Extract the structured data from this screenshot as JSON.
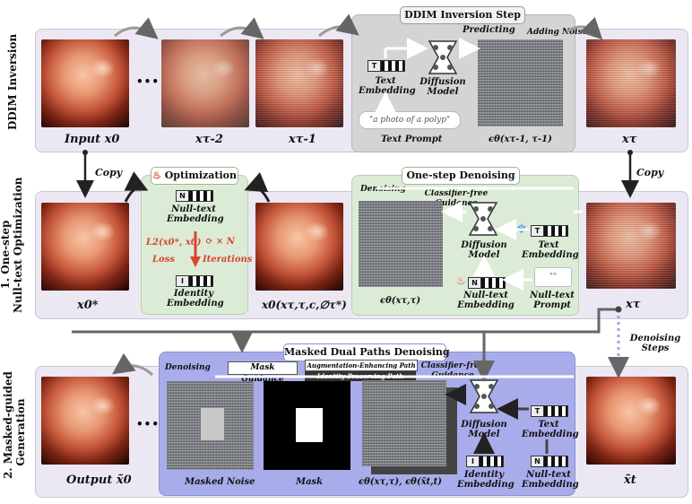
{
  "rows": {
    "row1": "DDIM Inversion",
    "row2_line1": "1. One-step",
    "row2_line2": "Null-text Optimization",
    "row3_line1": "2. Masked-guided",
    "row3_line2": "Generation"
  },
  "ddim_step": {
    "title": "DDIM Inversion Step",
    "predicting": "Predicting",
    "adding_noise": "Adding Noise",
    "text_embedding_1": "Text",
    "text_embedding_2": "Embedding",
    "diffusion_1": "Diffusion",
    "diffusion_2": "Model",
    "prompt": "\"a photo of a polyp\"",
    "text_prompt": "Text Prompt",
    "eps_label": "ϵθ(xτ-1, τ-1)"
  },
  "row1_labels": {
    "input": "Input x0",
    "xt2": "xτ-2",
    "xt1": "xτ-1",
    "xt": "xτ",
    "dots": "•••"
  },
  "copy_left": "Copy",
  "copy_right": "Copy",
  "optimization": {
    "title": "Optimization",
    "null_text_1": "Null-text",
    "null_text_2": "Embedding",
    "loss_formula": "L2(x0*, x0)",
    "loss": "Loss",
    "iter_n": "× N",
    "iterations": "Iterations",
    "identity_1": "Identity",
    "identity_2": "Embedding"
  },
  "row2_labels": {
    "x0star": "x0*",
    "x0func": "x0(xτ,τ,c,∅τ*)",
    "xt": "xτ"
  },
  "one_step": {
    "title": "One-step Denoising",
    "denoising": "Denoising",
    "cfg_1": "Classifier-free",
    "cfg_2": "Guidance",
    "diffusion_1": "Diffusion",
    "diffusion_2": "Model",
    "text_1": "Text",
    "text_2": "Embedding",
    "null_1": "Null-text",
    "null_2": "Embedding",
    "nullp_1": "Null-text",
    "nullp_2": "Prompt",
    "prompt_glyph": "\"\"",
    "eps_label": "ϵθ(xτ,τ)"
  },
  "denoising_steps_1": "Denoising",
  "denoising_steps_2": "Steps",
  "masked": {
    "title": "Masked Dual Paths Denoising",
    "denoising": "Denoising",
    "mask_guidance": "Mask Guidance",
    "aug_path": "Augmentation-Enhancing Path",
    "id_path": "Identity-Preserving Path",
    "cfg_1": "Classifier-free",
    "cfg_2": "Guidance",
    "diffusion_1": "Diffusion",
    "diffusion_2": "Model",
    "text_1": "Text",
    "text_2": "Embedding",
    "identity_1": "Identity",
    "identity_2": "Embedding",
    "null_1": "Null-text",
    "null_2": "Embedding",
    "masked_noise": "Masked Noise",
    "mask": "Mask",
    "eps_label": "ϵθ(xτ,τ), ϵθ(x̃t,t)"
  },
  "row3_labels": {
    "output": "Output x̃0",
    "xtilde": "x̃t",
    "dots": "•••"
  },
  "tokens": {
    "text": "T",
    "null": "N",
    "identity": "I"
  },
  "colors": {
    "row_panel": "#ebe8f3",
    "ddim_panel": "#d4d4d4",
    "green_panel": "#dcebd6",
    "blue_panel": "#a9acea",
    "loss_red": "#d8452b",
    "snow_blue": "#3b8fe0",
    "flame": "#e0522d"
  }
}
